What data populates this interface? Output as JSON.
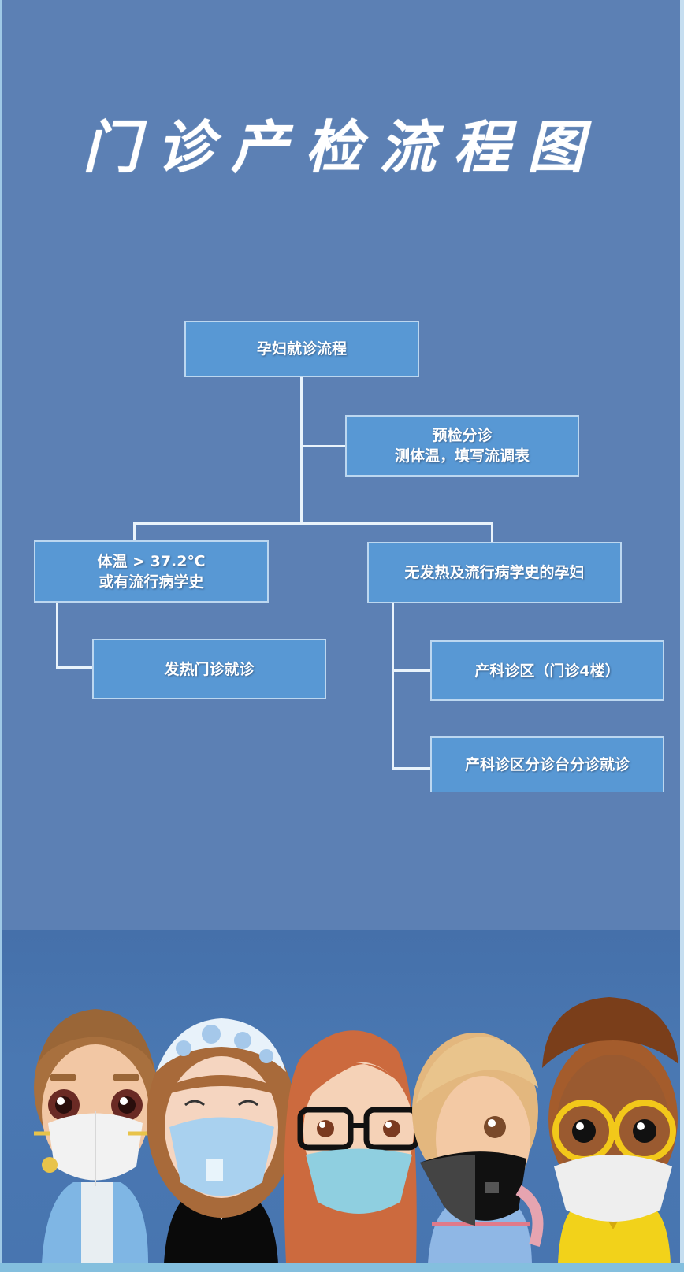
{
  "title": "门诊产检流程图",
  "flowchart": {
    "root": {
      "label": "孕妇就诊流程"
    },
    "triage": {
      "line1": "预检分诊",
      "line2": "测体温，填写流调表"
    },
    "fever_branch": {
      "condition": {
        "line1": "体温 > 37.2℃",
        "line2": "或有流行病学史"
      },
      "action": {
        "label": "发热门诊就诊"
      }
    },
    "normal_branch": {
      "condition": {
        "label": "无发热及流行病学史的孕妇"
      },
      "steps": [
        {
          "label": "产科诊区（门诊4楼）"
        },
        {
          "label": "产科诊区分诊台分诊就诊"
        }
      ]
    }
  },
  "illustration": {
    "description": "Five cartoon people wearing face masks",
    "figures": [
      "man-white-respirator",
      "woman-blue-mask-headband",
      "woman-glasses-teal-mask",
      "girl-black-mask",
      "man-yellow-glasses-white-mask"
    ]
  },
  "colors": {
    "background": "#5c80b4",
    "box_fill": "#5898d4",
    "box_border": "#bcd7f0",
    "connector": "#e9f3fb",
    "band": "#4570aa"
  }
}
